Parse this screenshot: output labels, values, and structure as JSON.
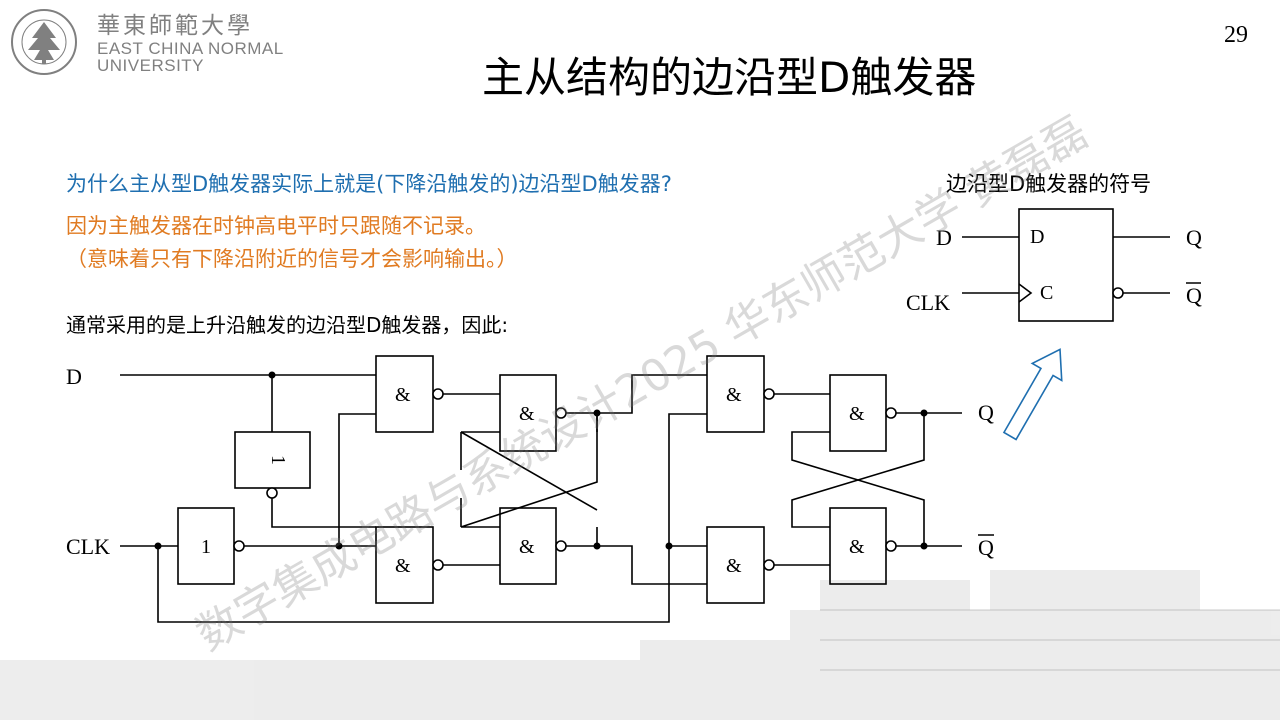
{
  "header": {
    "logo_cn": "華東師範大學",
    "logo_en_line1": "EAST CHINA NORMAL",
    "logo_en_line2": "UNIVERSITY",
    "page_number": "29"
  },
  "slide": {
    "title": "主从结构的边沿型D触发器",
    "question": "为什么主从型D触发器实际上就是(下降沿触发的)边沿型D触发器?",
    "answer_line1": "因为主触发器在时钟高电平时只跟随不记录。",
    "answer_line2": "（意味着只有下降沿附近的信号才会影响输出。）",
    "note": "通常采用的是上升沿触发的边沿型D触发器，因此:"
  },
  "symbol": {
    "caption": "边沿型D触发器的符号",
    "input_d": "D",
    "input_clk": "CLK",
    "pin_d": "D",
    "pin_c": "C",
    "output_q": "Q",
    "output_qbar": "Q"
  },
  "circuit": {
    "input_d": "D",
    "input_clk": "CLK",
    "output_q": "Q",
    "output_qbar": "Q",
    "and_label": "&",
    "inv_label": "1"
  },
  "watermark": "数字集成电路与系统设计2025 华东师范大学 黄磊磊",
  "colors": {
    "question": "#1f6fb0",
    "answer": "#e07b22",
    "arrow": "#1f6fb0",
    "logo_gray": "#808080"
  }
}
